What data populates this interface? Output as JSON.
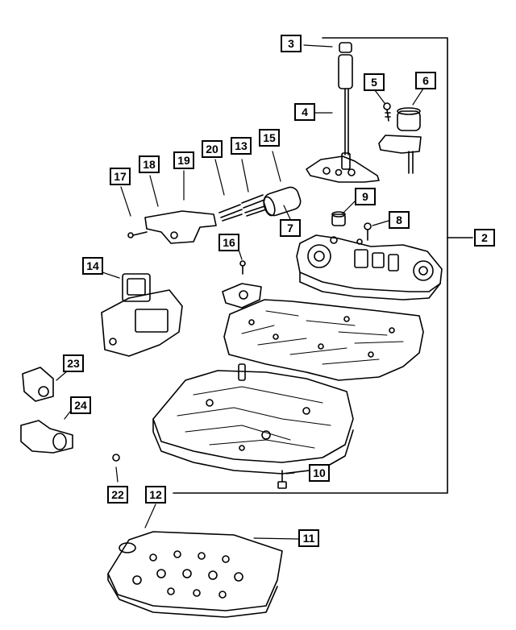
{
  "callouts": {
    "c2": "2",
    "c3": "3",
    "c4": "4",
    "c5": "5",
    "c6": "6",
    "c7": "7",
    "c8": "8",
    "c9": "9",
    "c10": "10",
    "c11": "11",
    "c12": "12",
    "c13": "13",
    "c14": "14",
    "c15": "15",
    "c16": "16",
    "c17": "17",
    "c18": "18",
    "c19": "19",
    "c20": "20",
    "c22": "22",
    "c23": "23",
    "c24": "24"
  }
}
